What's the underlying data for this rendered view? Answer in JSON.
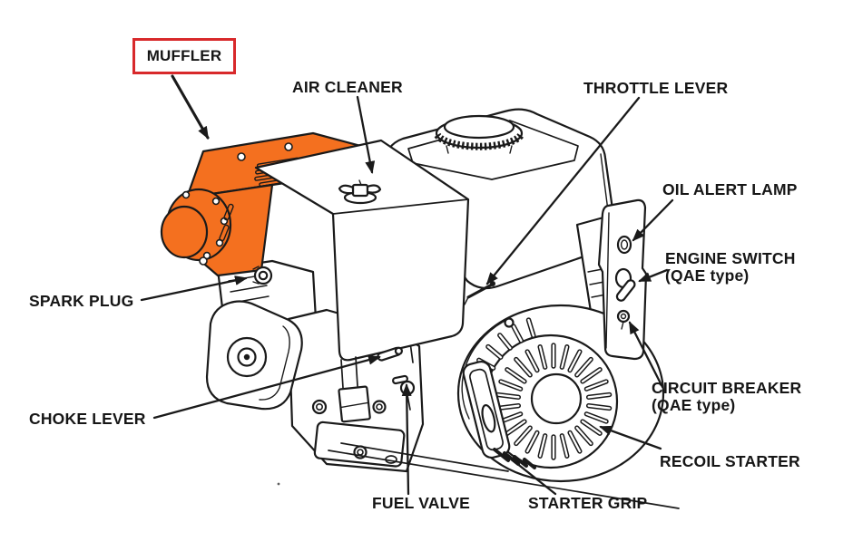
{
  "colors": {
    "muffler_highlight": "#F4701F",
    "selection_box_red": "#D8292B",
    "line_art": "#1A1A1A",
    "background": "#FFFFFF"
  },
  "labels": {
    "muffler": "MUFFLER",
    "air_cleaner": "AIR CLEANER",
    "throttle_lever": "THROTTLE LEVER",
    "oil_alert_lamp": "OIL ALERT LAMP",
    "engine_switch": "ENGINE SWITCH",
    "engine_switch_type": "(QAE type)",
    "circuit_breaker": "CIRCUIT BREAKER",
    "circuit_breaker_type": "(QAE type)",
    "recoil_starter": "RECOIL STARTER",
    "spark_plug": "SPARK PLUG",
    "choke_lever": "CHOKE LEVER",
    "fuel_valve": "FUEL VALVE",
    "starter_grip": "STARTER GRIP"
  }
}
